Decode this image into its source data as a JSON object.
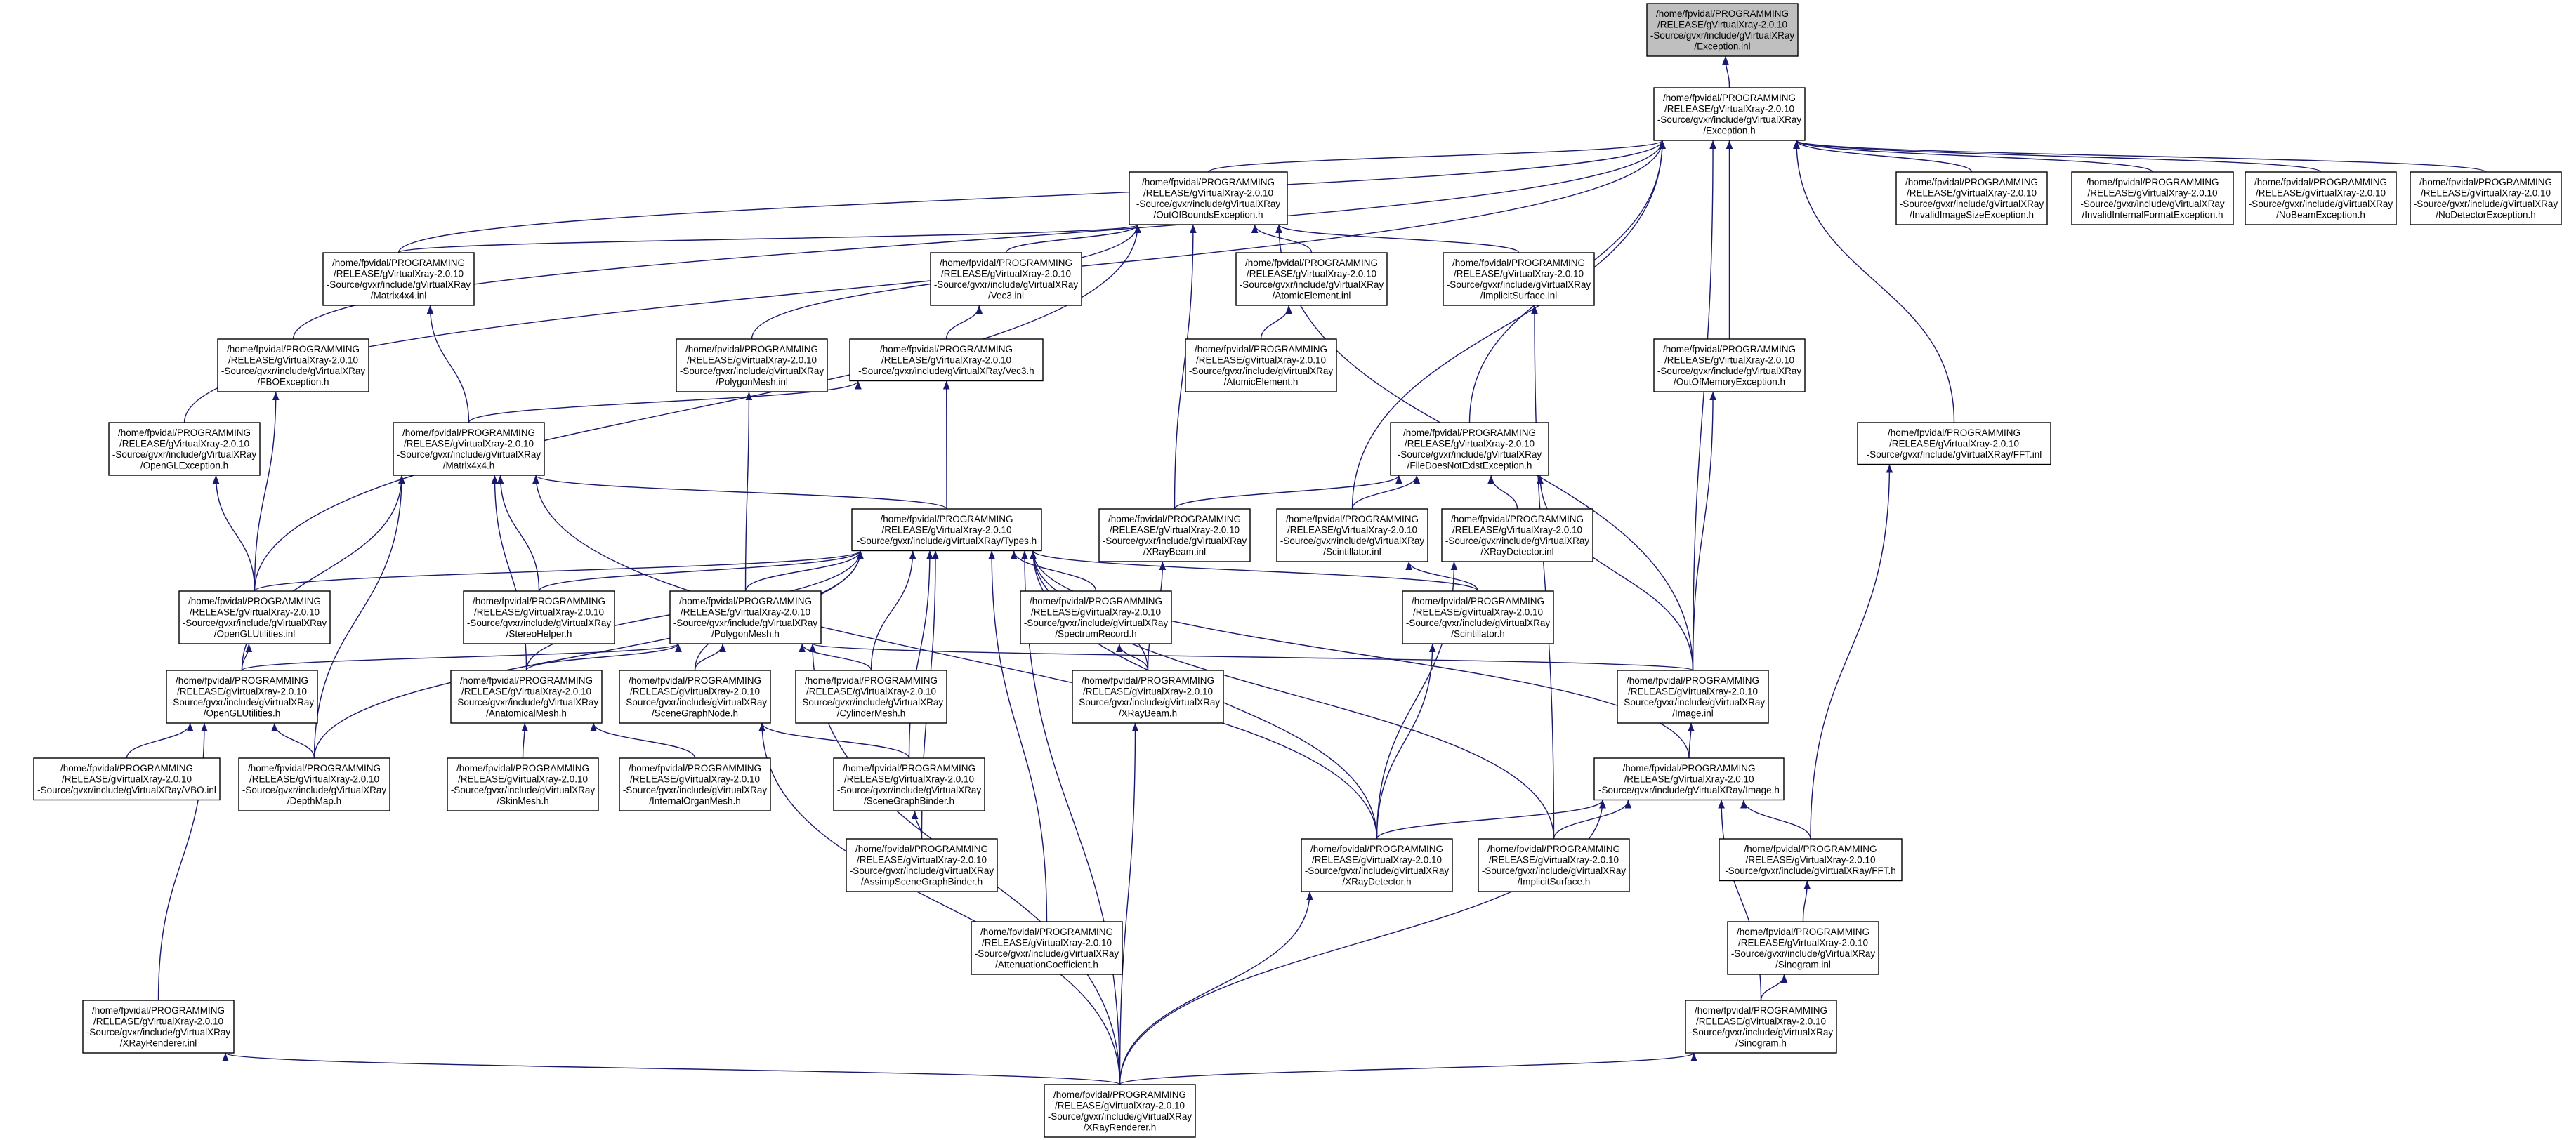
{
  "graph": {
    "colors": {
      "edge": "#191970",
      "focus_fill": "#bfbfbf",
      "node_fill": "#ffffff",
      "node_border": "#000000",
      "incomplete_border": "#ff0000"
    },
    "nodes": [
      {
        "id": "exc_inl",
        "lines": [
          "/home/fpvidal/PROGRAMMING",
          "/RELEASE/gVirtualXray-2.0.10",
          "-Source/gvxr/include/gVirtualXRay",
          "/Exception.inl"
        ],
        "style": "focus"
      },
      {
        "id": "exc_h",
        "lines": [
          "/home/fpvidal/PROGRAMMING",
          "/RELEASE/gVirtualXray-2.0.10",
          "-Source/gvxr/include/gVirtualXRay",
          "/Exception.h"
        ]
      },
      {
        "id": "oob_h",
        "lines": [
          "/home/fpvidal/PROGRAMMING",
          "/RELEASE/gVirtualXray-2.0.10",
          "-Source/gvxr/include/gVirtualXRay",
          "/OutOfBoundsException.h"
        ]
      },
      {
        "id": "invimg",
        "lines": [
          "/home/fpvidal/PROGRAMMING",
          "/RELEASE/gVirtualXray-2.0.10",
          "-Source/gvxr/include/gVirtualXRay",
          "/InvalidImageSizeException.h"
        ]
      },
      {
        "id": "invfmt",
        "lines": [
          "/home/fpvidal/PROGRAMMING",
          "/RELEASE/gVirtualXray-2.0.10",
          "-Source/gvxr/include/gVirtualXRay",
          "/InvalidInternalFormatException.h"
        ]
      },
      {
        "id": "nobeam",
        "lines": [
          "/home/fpvidal/PROGRAMMING",
          "/RELEASE/gVirtualXray-2.0.10",
          "-Source/gvxr/include/gVirtualXRay",
          "/NoBeamException.h"
        ]
      },
      {
        "id": "nodet",
        "lines": [
          "/home/fpvidal/PROGRAMMING",
          "/RELEASE/gVirtualXray-2.0.10",
          "-Source/gvxr/include/gVirtualXRay",
          "/NoDetectorException.h"
        ]
      },
      {
        "id": "mat4inl",
        "lines": [
          "/home/fpvidal/PROGRAMMING",
          "/RELEASE/gVirtualXray-2.0.10",
          "-Source/gvxr/include/gVirtualXRay",
          "/Matrix4x4.inl"
        ]
      },
      {
        "id": "vec3inl",
        "lines": [
          "/home/fpvidal/PROGRAMMING",
          "/RELEASE/gVirtualXray-2.0.10",
          "-Source/gvxr/include/gVirtualXRay",
          "/Vec3.inl"
        ]
      },
      {
        "id": "atominl",
        "lines": [
          "/home/fpvidal/PROGRAMMING",
          "/RELEASE/gVirtualXray-2.0.10",
          "-Source/gvxr/include/gVirtualXRay",
          "/AtomicElement.inl"
        ]
      },
      {
        "id": "implinl",
        "lines": [
          "/home/fpvidal/PROGRAMMING",
          "/RELEASE/gVirtualXray-2.0.10",
          "-Source/gvxr/include/gVirtualXRay",
          "/ImplicitSurface.inl"
        ]
      },
      {
        "id": "fbo",
        "lines": [
          "/home/fpvidal/PROGRAMMING",
          "/RELEASE/gVirtualXray-2.0.10",
          "-Source/gvxr/include/gVirtualXRay",
          "/FBOException.h"
        ]
      },
      {
        "id": "polyinl",
        "lines": [
          "/home/fpvidal/PROGRAMMING",
          "/RELEASE/gVirtualXray-2.0.10",
          "-Source/gvxr/include/gVirtualXRay",
          "/PolygonMesh.inl"
        ]
      },
      {
        "id": "vec3h",
        "lines": [
          "/home/fpvidal/PROGRAMMING",
          "/RELEASE/gVirtualXray-2.0.10",
          "-Source/gvxr/include/gVirtualXRay/Vec3.h"
        ]
      },
      {
        "id": "atomh",
        "lines": [
          "/home/fpvidal/PROGRAMMING",
          "/RELEASE/gVirtualXray-2.0.10",
          "-Source/gvxr/include/gVirtualXRay",
          "/AtomicElement.h"
        ],
        "style": "incomplete"
      },
      {
        "id": "oom",
        "lines": [
          "/home/fpvidal/PROGRAMMING",
          "/RELEASE/gVirtualXray-2.0.10",
          "-Source/gvxr/include/gVirtualXRay",
          "/OutOfMemoryException.h"
        ]
      },
      {
        "id": "oglexc",
        "lines": [
          "/home/fpvidal/PROGRAMMING",
          "/RELEASE/gVirtualXray-2.0.10",
          "-Source/gvxr/include/gVirtualXRay",
          "/OpenGLException.h"
        ]
      },
      {
        "id": "mat4h",
        "lines": [
          "/home/fpvidal/PROGRAMMING",
          "/RELEASE/gVirtualXray-2.0.10",
          "-Source/gvxr/include/gVirtualXRay",
          "/Matrix4x4.h"
        ]
      },
      {
        "id": "fdne",
        "lines": [
          "/home/fpvidal/PROGRAMMING",
          "/RELEASE/gVirtualXray-2.0.10",
          "-Source/gvxr/include/gVirtualXRay",
          "/FileDoesNotExistException.h"
        ]
      },
      {
        "id": "fftinl",
        "lines": [
          "/home/fpvidal/PROGRAMMING",
          "/RELEASE/gVirtualXray-2.0.10",
          "-Source/gvxr/include/gVirtualXRay/FFT.inl"
        ]
      },
      {
        "id": "types",
        "lines": [
          "/home/fpvidal/PROGRAMMING",
          "/RELEASE/gVirtualXray-2.0.10",
          "-Source/gvxr/include/gVirtualXRay/Types.h"
        ],
        "style": "incomplete"
      },
      {
        "id": "xbeaminl",
        "lines": [
          "/home/fpvidal/PROGRAMMING",
          "/RELEASE/gVirtualXray-2.0.10",
          "-Source/gvxr/include/gVirtualXRay",
          "/XRayBeam.inl"
        ]
      },
      {
        "id": "scintinl",
        "lines": [
          "/home/fpvidal/PROGRAMMING",
          "/RELEASE/gVirtualXray-2.0.10",
          "-Source/gvxr/include/gVirtualXRay",
          "/Scintillator.inl"
        ]
      },
      {
        "id": "xdetinl",
        "lines": [
          "/home/fpvidal/PROGRAMMING",
          "/RELEASE/gVirtualXray-2.0.10",
          "-Source/gvxr/include/gVirtualXRay",
          "/XRayDetector.inl"
        ]
      },
      {
        "id": "oglutinl",
        "lines": [
          "/home/fpvidal/PROGRAMMING",
          "/RELEASE/gVirtualXray-2.0.10",
          "-Source/gvxr/include/gVirtualXRay",
          "/OpenGLUtilities.inl"
        ]
      },
      {
        "id": "stereo",
        "lines": [
          "/home/fpvidal/PROGRAMMING",
          "/RELEASE/gVirtualXray-2.0.10",
          "-Source/gvxr/include/gVirtualXRay",
          "/StereoHelper.h"
        ]
      },
      {
        "id": "polyh",
        "lines": [
          "/home/fpvidal/PROGRAMMING",
          "/RELEASE/gVirtualXray-2.0.10",
          "-Source/gvxr/include/gVirtualXRay",
          "/PolygonMesh.h"
        ],
        "style": "incomplete"
      },
      {
        "id": "spec",
        "lines": [
          "/home/fpvidal/PROGRAMMING",
          "/RELEASE/gVirtualXray-2.0.10",
          "-Source/gvxr/include/gVirtualXRay",
          "/SpectrumRecord.h"
        ]
      },
      {
        "id": "scinth",
        "lines": [
          "/home/fpvidal/PROGRAMMING",
          "/RELEASE/gVirtualXray-2.0.10",
          "-Source/gvxr/include/gVirtualXRay",
          "/Scintillator.h"
        ]
      },
      {
        "id": "oglut",
        "lines": [
          "/home/fpvidal/PROGRAMMING",
          "/RELEASE/gVirtualXray-2.0.10",
          "-Source/gvxr/include/gVirtualXRay",
          "/OpenGLUtilities.h"
        ]
      },
      {
        "id": "anat",
        "lines": [
          "/home/fpvidal/PROGRAMMING",
          "/RELEASE/gVirtualXray-2.0.10",
          "-Source/gvxr/include/gVirtualXRay",
          "/AnatomicalMesh.h"
        ]
      },
      {
        "id": "scene",
        "lines": [
          "/home/fpvidal/PROGRAMMING",
          "/RELEASE/gVirtualXray-2.0.10",
          "-Source/gvxr/include/gVirtualXRay",
          "/SceneGraphNode.h"
        ]
      },
      {
        "id": "cyl",
        "lines": [
          "/home/fpvidal/PROGRAMMING",
          "/RELEASE/gVirtualXray-2.0.10",
          "-Source/gvxr/include/gVirtualXRay",
          "/CylinderMesh.h"
        ]
      },
      {
        "id": "xbeamh",
        "lines": [
          "/home/fpvidal/PROGRAMMING",
          "/RELEASE/gVirtualXray-2.0.10",
          "-Source/gvxr/include/gVirtualXRay",
          "/XRayBeam.h"
        ]
      },
      {
        "id": "imginl",
        "lines": [
          "/home/fpvidal/PROGRAMMING",
          "/RELEASE/gVirtualXray-2.0.10",
          "-Source/gvxr/include/gVirtualXRay",
          "/Image.inl"
        ]
      },
      {
        "id": "vbo",
        "lines": [
          "/home/fpvidal/PROGRAMMING",
          "/RELEASE/gVirtualXray-2.0.10",
          "-Source/gvxr/include/gVirtualXRay/VBO.inl"
        ],
        "style": "incomplete"
      },
      {
        "id": "depth",
        "lines": [
          "/home/fpvidal/PROGRAMMING",
          "/RELEASE/gVirtualXray-2.0.10",
          "-Source/gvxr/include/gVirtualXRay",
          "/DepthMap.h"
        ]
      },
      {
        "id": "skin",
        "lines": [
          "/home/fpvidal/PROGRAMMING",
          "/RELEASE/gVirtualXray-2.0.10",
          "-Source/gvxr/include/gVirtualXRay",
          "/SkinMesh.h"
        ]
      },
      {
        "id": "organ",
        "lines": [
          "/home/fpvidal/PROGRAMMING",
          "/RELEASE/gVirtualXray-2.0.10",
          "-Source/gvxr/include/gVirtualXRay",
          "/InternalOrganMesh.h"
        ],
        "style": "incomplete"
      },
      {
        "id": "binder",
        "lines": [
          "/home/fpvidal/PROGRAMMING",
          "/RELEASE/gVirtualXray-2.0.10",
          "-Source/gvxr/include/gVirtualXRay",
          "/SceneGraphBinder.h"
        ],
        "style": "incomplete"
      },
      {
        "id": "imgh",
        "lines": [
          "/home/fpvidal/PROGRAMMING",
          "/RELEASE/gVirtualXray-2.0.10",
          "-Source/gvxr/include/gVirtualXRay/Image.h"
        ]
      },
      {
        "id": "assimp",
        "lines": [
          "/home/fpvidal/PROGRAMMING",
          "/RELEASE/gVirtualXray-2.0.10",
          "-Source/gvxr/include/gVirtualXRay",
          "/AssimpSceneGraphBinder.h"
        ]
      },
      {
        "id": "xdeth",
        "lines": [
          "/home/fpvidal/PROGRAMMING",
          "/RELEASE/gVirtualXray-2.0.10",
          "-Source/gvxr/include/gVirtualXRay",
          "/XRayDetector.h"
        ]
      },
      {
        "id": "implh",
        "lines": [
          "/home/fpvidal/PROGRAMMING",
          "/RELEASE/gVirtualXray-2.0.10",
          "-Source/gvxr/include/gVirtualXRay",
          "/ImplicitSurface.h"
        ]
      },
      {
        "id": "ffth",
        "lines": [
          "/home/fpvidal/PROGRAMMING",
          "/RELEASE/gVirtualXray-2.0.10",
          "-Source/gvxr/include/gVirtualXRay/FFT.h"
        ]
      },
      {
        "id": "attn",
        "lines": [
          "/home/fpvidal/PROGRAMMING",
          "/RELEASE/gVirtualXray-2.0.10",
          "-Source/gvxr/include/gVirtualXRay",
          "/AttenuationCoefficient.h"
        ]
      },
      {
        "id": "sinoinl",
        "lines": [
          "/home/fpvidal/PROGRAMMING",
          "/RELEASE/gVirtualXray-2.0.10",
          "-Source/gvxr/include/gVirtualXRay",
          "/Sinogram.inl"
        ]
      },
      {
        "id": "xrendinl",
        "lines": [
          "/home/fpvidal/PROGRAMMING",
          "/RELEASE/gVirtualXray-2.0.10",
          "-Source/gvxr/include/gVirtualXRay",
          "/XRayRenderer.inl"
        ]
      },
      {
        "id": "sinoh",
        "lines": [
          "/home/fpvidal/PROGRAMMING",
          "/RELEASE/gVirtualXray-2.0.10",
          "-Source/gvxr/include/gVirtualXRay",
          "/Sinogram.h"
        ]
      },
      {
        "id": "xrendh",
        "lines": [
          "/home/fpvidal/PROGRAMMING",
          "/RELEASE/gVirtualXray-2.0.10",
          "-Source/gvxr/include/gVirtualXRay",
          "/XRayRenderer.h"
        ]
      }
    ],
    "edges": [
      [
        "exc_h",
        "exc_inl"
      ],
      [
        "oob_h",
        "exc_h"
      ],
      [
        "invimg",
        "exc_h"
      ],
      [
        "invfmt",
        "exc_h"
      ],
      [
        "nobeam",
        "exc_h"
      ],
      [
        "nodet",
        "exc_h"
      ],
      [
        "mat4inl",
        "exc_h"
      ],
      [
        "fbo",
        "exc_h"
      ],
      [
        "oglexc",
        "exc_h"
      ],
      [
        "oom",
        "exc_h"
      ],
      [
        "fftinl",
        "exc_h"
      ],
      [
        "fdne",
        "exc_h"
      ],
      [
        "scintinl",
        "exc_h"
      ],
      [
        "imginl",
        "exc_h"
      ],
      [
        "mat4inl",
        "oob_h"
      ],
      [
        "vec3inl",
        "oob_h"
      ],
      [
        "atominl",
        "oob_h"
      ],
      [
        "implinl",
        "oob_h"
      ],
      [
        "polyinl",
        "oob_h"
      ],
      [
        "oglutinl",
        "oob_h"
      ],
      [
        "xbeaminl",
        "oob_h"
      ],
      [
        "imginl",
        "oob_h"
      ],
      [
        "vec3h",
        "vec3inl"
      ],
      [
        "atomh",
        "atominl"
      ],
      [
        "mat4h",
        "mat4inl"
      ],
      [
        "types",
        "vec3h"
      ],
      [
        "mat4h",
        "vec3h"
      ],
      [
        "polyh",
        "polyinl"
      ],
      [
        "types",
        "mat4h"
      ],
      [
        "oglutinl",
        "fbo"
      ],
      [
        "oglutinl",
        "oglexc"
      ],
      [
        "imginl",
        "oom"
      ],
      [
        "scintinl",
        "fdne"
      ],
      [
        "xdetinl",
        "fdne"
      ],
      [
        "xbeaminl",
        "fdne"
      ],
      [
        "imginl",
        "fdne"
      ],
      [
        "ffth",
        "fftinl"
      ],
      [
        "oglutinl",
        "types"
      ],
      [
        "stereo",
        "types"
      ],
      [
        "polyh",
        "types"
      ],
      [
        "spec",
        "types"
      ],
      [
        "scinth",
        "types"
      ],
      [
        "scene",
        "types"
      ],
      [
        "cyl",
        "types"
      ],
      [
        "anat",
        "types"
      ],
      [
        "binder",
        "types"
      ],
      [
        "assimp",
        "types"
      ],
      [
        "attn",
        "types"
      ],
      [
        "xdeth",
        "types"
      ],
      [
        "xbeamh",
        "types"
      ],
      [
        "imgh",
        "types"
      ],
      [
        "implh",
        "types"
      ],
      [
        "xrendh",
        "types"
      ],
      [
        "depth",
        "types"
      ],
      [
        "stereo",
        "mat4h"
      ],
      [
        "oglut",
        "mat4h"
      ],
      [
        "depth",
        "mat4h"
      ],
      [
        "anat",
        "mat4h"
      ],
      [
        "xdeth",
        "mat4h"
      ],
      [
        "oglut",
        "oglutinl"
      ],
      [
        "scinth",
        "scintinl"
      ],
      [
        "xdeth",
        "xdetinl"
      ],
      [
        "xbeamh",
        "xbeaminl"
      ],
      [
        "imgh",
        "imginl"
      ],
      [
        "imginl",
        "polyh"
      ],
      [
        "oglut",
        "polyh"
      ],
      [
        "anat",
        "polyh"
      ],
      [
        "scene",
        "polyh"
      ],
      [
        "cyl",
        "polyh"
      ],
      [
        "xrendh",
        "polyh"
      ],
      [
        "xbeamh",
        "spec"
      ],
      [
        "xdeth",
        "scinth"
      ],
      [
        "vbo",
        "oglut"
      ],
      [
        "depth",
        "oglut"
      ],
      [
        "xrendinl",
        "oglut"
      ],
      [
        "skin",
        "anat"
      ],
      [
        "organ",
        "anat"
      ],
      [
        "binder",
        "scene"
      ],
      [
        "xrendh",
        "scene"
      ],
      [
        "assimp",
        "binder"
      ],
      [
        "xdeth",
        "imgh"
      ],
      [
        "implh",
        "imgh"
      ],
      [
        "ffth",
        "imgh"
      ],
      [
        "sinoh",
        "imgh"
      ],
      [
        "xrendh",
        "imgh"
      ],
      [
        "implh",
        "implinl"
      ],
      [
        "sinoinl",
        "ffth"
      ],
      [
        "sinoh",
        "sinoinl"
      ],
      [
        "xrendh",
        "xbeamh"
      ],
      [
        "xrendh",
        "xdeth"
      ],
      [
        "xrendh",
        "sinoh"
      ],
      [
        "xrendh",
        "xrendinl"
      ]
    ]
  }
}
